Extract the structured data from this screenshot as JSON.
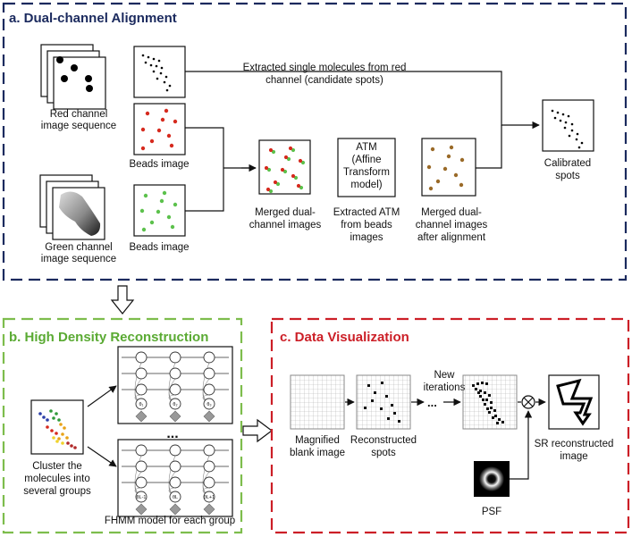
{
  "panels": {
    "a": {
      "title": "a. Dual-channel Alignment",
      "color": "#1b2a5e",
      "red_seq_label": [
        "Red channel",
        "image sequence"
      ],
      "green_seq_label": [
        "Green channel",
        "image sequence"
      ],
      "beads_red_label": "Beads image",
      "beads_green_label": "Beads image",
      "extracted_text": [
        "Extracted single molecules from red",
        "channel (candidate spots)"
      ],
      "merged_label": [
        "Merged dual-",
        "channel images"
      ],
      "atm_box": [
        "ATM",
        "(Affine",
        "Transform",
        "model)"
      ],
      "atm_label": [
        "Extracted ATM",
        "from beads",
        "images"
      ],
      "merged_after_label": [
        "Merged dual-",
        "channel images",
        "after alignment"
      ],
      "calibrated_label": [
        "Calibrated",
        "spots"
      ]
    },
    "b": {
      "title": "b. High Density Reconstruction",
      "color": "#7dbd4c",
      "cluster_label": [
        "Cluster the",
        "molecules into",
        "several groups"
      ],
      "fhmm_label": "FHMM model for each group",
      "ellipsis": "...",
      "node_labels": [
        "θ₁",
        "θ₂",
        "θ₃",
        "θL-1",
        "θL",
        "θL+1"
      ]
    },
    "c": {
      "title": "c. Data Visualization",
      "color": "#cc1f27",
      "magnified_label": [
        "Magnified",
        "blank image"
      ],
      "reconstructed_label": [
        "Reconstructed",
        "spots"
      ],
      "iterations_label": [
        "New",
        "iterations"
      ],
      "ellipsis": "...",
      "psf_label": "PSF",
      "sr_label": [
        "SR reconstructed",
        "image"
      ]
    }
  },
  "colors": {
    "red_dot": "#d62a1e",
    "green_dot": "#5cc14c",
    "brown_dot": "#9a6a28"
  }
}
